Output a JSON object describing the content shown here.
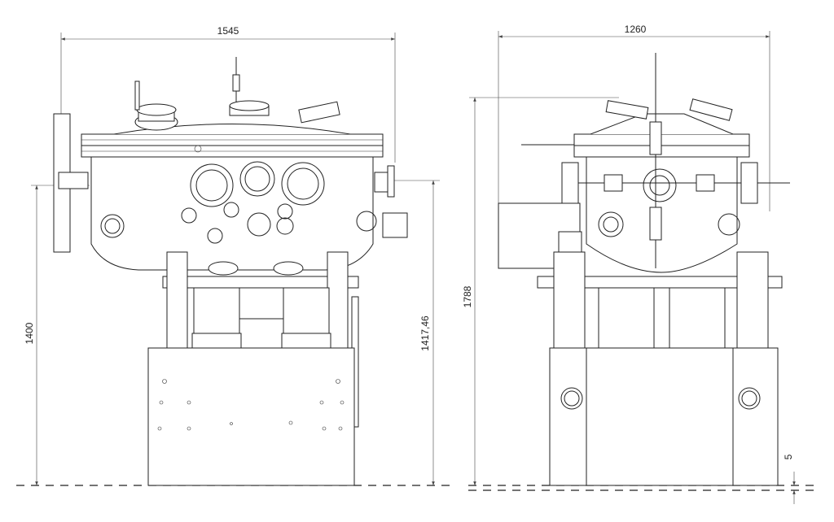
{
  "drawing": {
    "front_view": {
      "width_dim": "1545",
      "height_left_dim": "1400",
      "height_right_dim": "1417,46"
    },
    "side_view": {
      "width_dim": "1260",
      "height_dim": "1788",
      "gap_dim": "5"
    }
  }
}
